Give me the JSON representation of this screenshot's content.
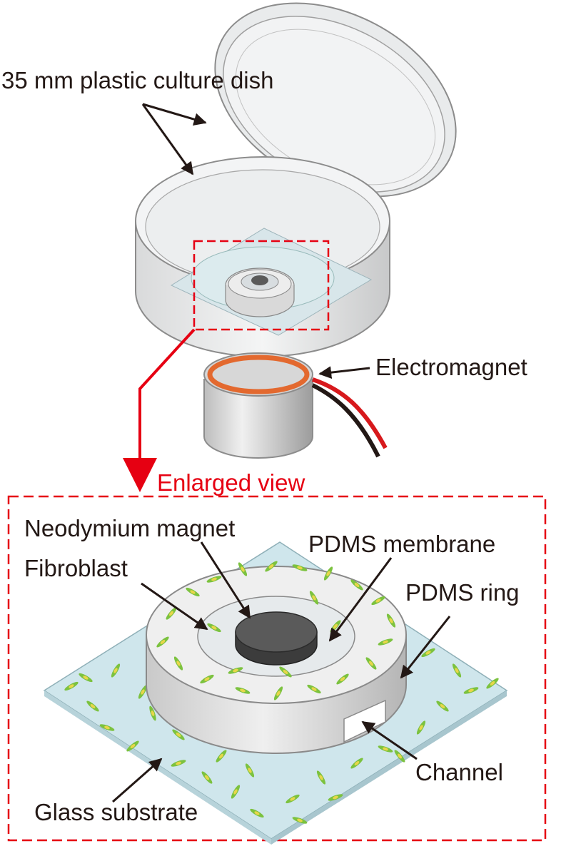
{
  "labels": {
    "dish": "35 mm plastic culture dish",
    "electromagnet": "Electromagnet",
    "enlarged_view": "Enlarged view",
    "neodymium_magnet": "Neodymium magnet",
    "fibroblast": "Fibroblast",
    "pdms_membrane": "PDMS membrane",
    "pdms_ring": "PDMS ring",
    "channel": "Channel",
    "glass_substrate": "Glass substrate"
  },
  "colors": {
    "text": "#231815",
    "highlight_red": "#e60012",
    "coil_orange": "#e3692f",
    "glass_blue": "#cfe6ec",
    "cell_green": "#7cc23f",
    "cell_yellow": "#e8d64a",
    "magnet_gray": "#5a5a5a"
  }
}
